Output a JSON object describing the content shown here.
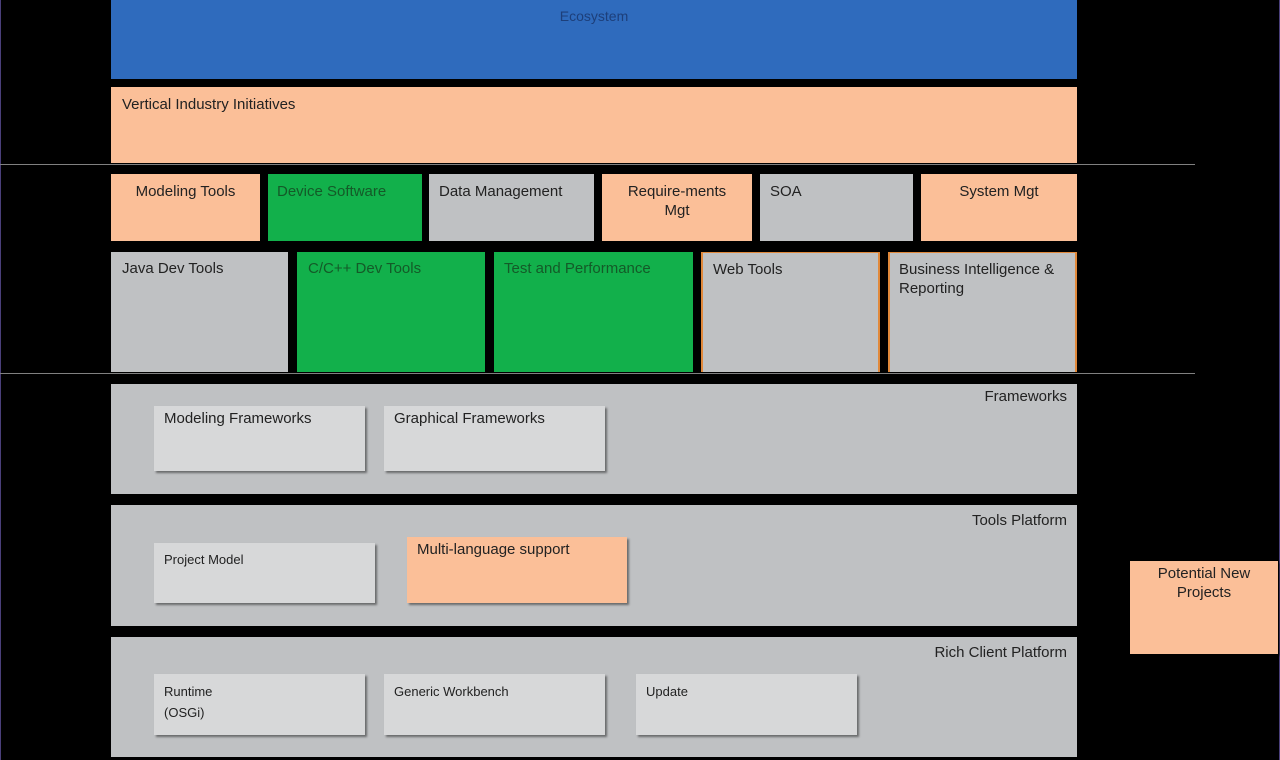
{
  "ecosystem": "Ecosystem",
  "vertical": "Vertical Industry Initiatives",
  "row1": [
    "Modeling Tools",
    "Device Software",
    "Data Management",
    "Require-ments Mgt",
    "SOA",
    "System Mgt"
  ],
  "row2": [
    "Java Dev Tools",
    "C/C++ Dev Tools",
    "Test and Performance",
    "Web Tools",
    "Business Intelligence & Reporting"
  ],
  "frameworks": {
    "title": "Frameworks",
    "items": [
      "Modeling Frameworks",
      "Graphical Frameworks"
    ]
  },
  "tools_platform": {
    "title": "Tools Platform",
    "items": [
      "Project Model",
      "Multi-language support"
    ]
  },
  "rcp": {
    "title": "Rich Client Platform",
    "items": [
      "Runtime",
      "(OSGi)",
      "Generic Workbench",
      "Update"
    ]
  },
  "potential": "Potential New Projects",
  "colors": {
    "ecosystem": "#2f6bbd",
    "peach": "#fbbf98",
    "grey": "#bfc1c3",
    "green": "#12b04b",
    "light_grey": "#d7d8d9"
  }
}
